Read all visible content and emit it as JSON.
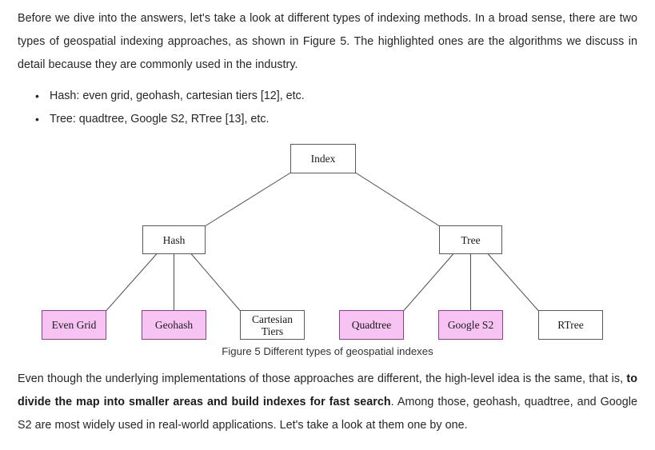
{
  "article": {
    "paragraph_1": "Before we dive into the answers, let's take a look at different types of indexing methods. In a broad sense, there are two types of geospatial indexing approaches, as shown in Figure 5. The highlighted ones are the algorithms we discuss in detail because they are commonly used in the industry.",
    "bullets": [
      "Hash: even grid, geohash, cartesian tiers [12], etc.",
      "Tree: quadtree, Google S2, RTree [13], etc."
    ],
    "paragraph_2_part_1": "Even though the underlying implementations of those approaches are different, the high-level idea is the same, that is, ",
    "paragraph_2_bold": "to divide the map into smaller areas and build indexes for fast search",
    "paragraph_2_part_2": ". Among those, geohash, quadtree, and Google S2 are most widely used in real-world applications. Let's take a look at them one by one."
  },
  "figure": {
    "caption": "Figure 5 Different types of geospatial indexes",
    "colors": {
      "highlight_fill": "#F7C3F2",
      "highlight_border": "#8E3E8C",
      "node_border": "#595959",
      "line": "#4d4d4d",
      "text": "#1a1a1a"
    },
    "nodes": {
      "root": "Index",
      "hash": "Hash",
      "tree": "Tree",
      "even_grid": "Even Grid",
      "geohash": "Geohash",
      "cartesian_tiers_line1": "Cartesian",
      "cartesian_tiers_line2": "Tiers",
      "quadtree": "Quadtree",
      "google_s2": "Google S2",
      "rtree": "RTree"
    }
  }
}
